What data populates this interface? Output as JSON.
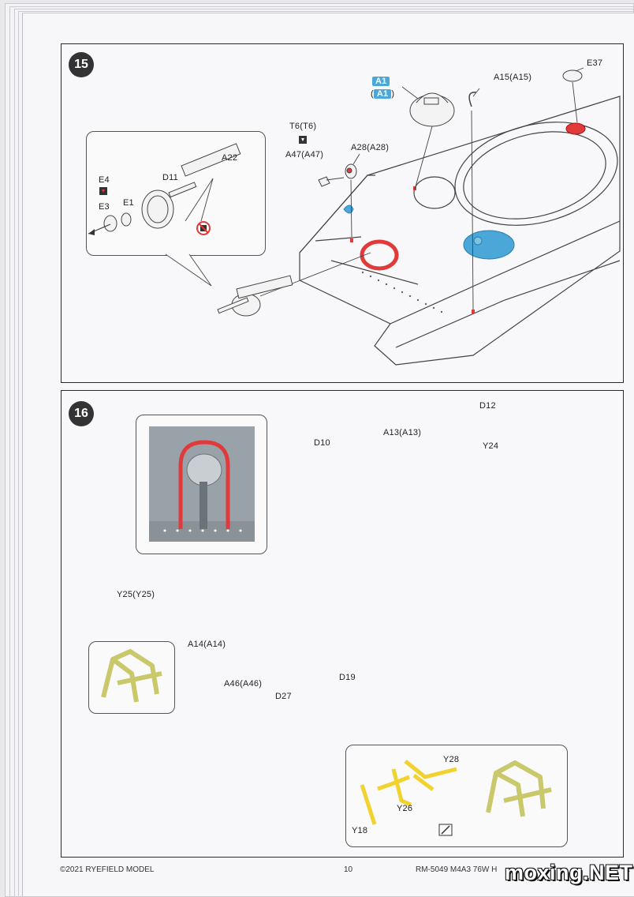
{
  "step15": {
    "number": "15",
    "labels": {
      "a1_top": "A1",
      "a1_bottom": "A1",
      "a15": "A15(A15)",
      "e37": "E37",
      "t6": "T6(T6)",
      "a47": "A47(A47)",
      "a28": "A28(A28)",
      "a22": "A22",
      "d11": "D11",
      "e4": "E4",
      "e1": "E1",
      "e3": "E3"
    }
  },
  "step16": {
    "number": "16",
    "labels": {
      "d12": "D12",
      "a13": "A13(A13)",
      "y24": "Y24",
      "d10": "D10",
      "y25": "Y25(Y25)",
      "a14": "A14(A14)",
      "a46": "A46(A46)",
      "d19": "D19",
      "d27": "D27",
      "y28": "Y28",
      "y26": "Y26",
      "y18": "Y18"
    }
  },
  "footer": {
    "copyright": "©2021 RYEFIELD MODEL",
    "page_number": "10",
    "title": "RM-5049 M4A3 76W H",
    "title_tail": "R"
  },
  "watermark": "moxing.NET",
  "colors": {
    "panel_border": "#2a2a2a",
    "highlight_red": "#e03a3a",
    "highlight_blue": "#4aa7d8",
    "etch_yellow": "#f2d22e",
    "photo_bg": "#9aa2a9"
  }
}
